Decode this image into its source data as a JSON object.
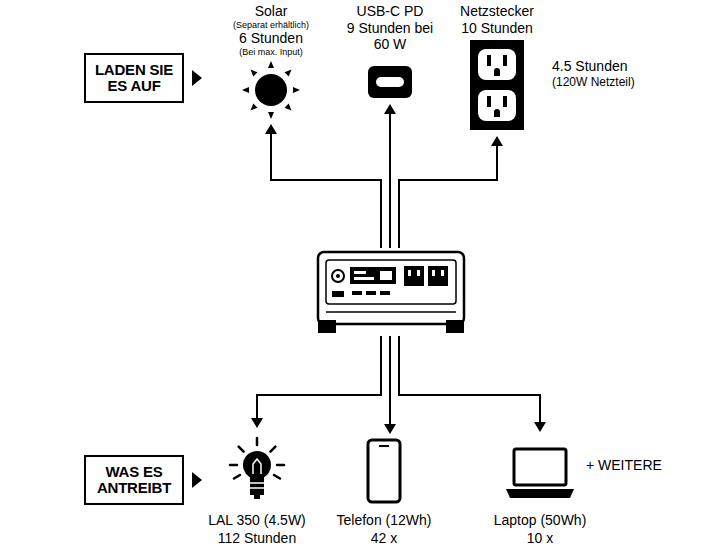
{
  "diagram": {
    "nodes": [
      {
        "text": [
          "LADEN SIE ES AUF"
        ]
      },
      {
        "text": [
          "WAS ES ANTREIBT"
        ]
      }
    ],
    "labels": [
      "Solar",
      "(Separat erhältlich)",
      "6 Stunden",
      "(Bei max. Input)",
      "USB-C PD",
      "9 Stunden bei 60 W",
      "Netzstecker",
      "10 Stunden",
      "4.5 Stunden",
      "(120W Netzteil)",
      "+ WEITERE",
      "LAL 350 (4.5W)",
      "112 Stunden",
      "Telefon (12Wh)",
      "42 x",
      "Laptop (50Wh)",
      "10 x"
    ]
  }
}
